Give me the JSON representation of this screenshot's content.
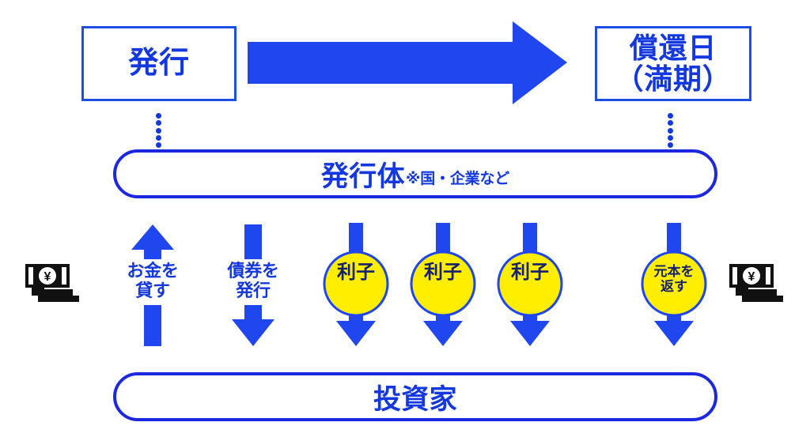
{
  "diagram": {
    "title_boxes": {
      "issue": "発行",
      "maturity_line1": "償還日",
      "maturity_line2": "（満期）"
    },
    "timeline_arrow": {
      "name": "timeline-arrow",
      "direction": "right",
      "color": "#1f46ef"
    },
    "parties": {
      "issuer_main": "発行体",
      "issuer_note": "※国・企業など",
      "investor_main": "投資家"
    },
    "flows": [
      {
        "id": "lend",
        "label_line1": "お金を",
        "label_line2": "貸す",
        "direction": "up"
      },
      {
        "id": "issue",
        "label_line1": "債券を",
        "label_line2": "発行",
        "direction": "down"
      }
    ],
    "payments": [
      {
        "id": "coupon-1",
        "label": "利子",
        "direction": "down"
      },
      {
        "id": "coupon-2",
        "label": "利子",
        "direction": "down"
      },
      {
        "id": "coupon-3",
        "label": "利子",
        "direction": "down"
      },
      {
        "id": "principal",
        "label_line1": "元本を",
        "label_line2": "返す",
        "direction": "down"
      }
    ],
    "icons": {
      "money_left": "yen-banknotes-icon",
      "money_right": "yen-banknotes-icon",
      "currency_symbol": "¥"
    },
    "colors": {
      "accent_blue": "#1338e0",
      "arrow_blue": "#1f46ef",
      "circle_yellow": "#ffee00",
      "circle_text": "#16216b",
      "background": "#ffffff",
      "icon_black": "#111111"
    }
  }
}
